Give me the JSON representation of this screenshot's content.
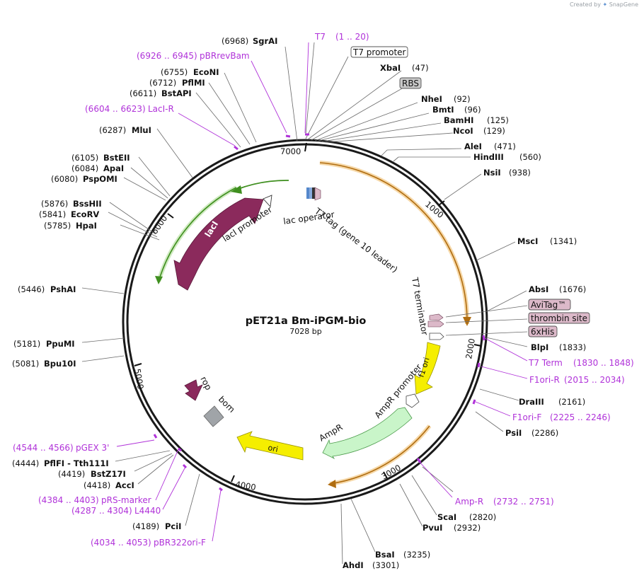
{
  "watermark": {
    "prefix": "Created by",
    "brand": "SnapGene",
    "colors": {
      "prefix": "#9aa0a6",
      "brand": "#5b8fd0"
    }
  },
  "plasmid": {
    "name": "pET21a Bm-iPGM-bio",
    "size_label": "7028 bp",
    "length": 7028
  },
  "ticks": [
    "1000",
    "2000",
    "3000",
    "4000",
    "5000",
    "6000",
    "7000"
  ],
  "enzymes": [
    {
      "name": "SgrAI",
      "pos": "(6968)"
    },
    {
      "name": "XbaI",
      "pos": "(47)"
    },
    {
      "name": "NheI",
      "pos": "(92)"
    },
    {
      "name": "BmtI",
      "pos": "(96)"
    },
    {
      "name": "BamHI",
      "pos": "(125)"
    },
    {
      "name": "NcoI",
      "pos": "(129)"
    },
    {
      "name": "AleI",
      "pos": "(471)"
    },
    {
      "name": "HindIII",
      "pos": "(560)"
    },
    {
      "name": "NsiI",
      "pos": "(938)"
    },
    {
      "name": "MscI",
      "pos": "(1341)"
    },
    {
      "name": "AbsI",
      "pos": "(1676)"
    },
    {
      "name": "BlpI",
      "pos": "(1833)"
    },
    {
      "name": "DraIII",
      "pos": "(2161)"
    },
    {
      "name": "PsiI",
      "pos": "(2286)"
    },
    {
      "name": "ScaI",
      "pos": "(2820)"
    },
    {
      "name": "PvuI",
      "pos": "(2932)"
    },
    {
      "name": "BsaI",
      "pos": "(3235)"
    },
    {
      "name": "AhdI",
      "pos": "(3301)"
    },
    {
      "name": "PciI",
      "pos": "(4189)"
    },
    {
      "name": "AccI",
      "pos": "(4418)"
    },
    {
      "name": "BstZ17I",
      "pos": "(4419)"
    },
    {
      "name": "PflFI - Tth111I",
      "pos": "(4444)"
    },
    {
      "name": "Bpu10I",
      "pos": "(5081)"
    },
    {
      "name": "PpuMI",
      "pos": "(5181)"
    },
    {
      "name": "PshAI",
      "pos": "(5446)"
    },
    {
      "name": "HpaI",
      "pos": "(5785)"
    },
    {
      "name": "EcoRV",
      "pos": "(5841)"
    },
    {
      "name": "BssHII",
      "pos": "(5876)"
    },
    {
      "name": "PspOMI",
      "pos": "(6080)"
    },
    {
      "name": "ApaI",
      "pos": "(6084)"
    },
    {
      "name": "BstEII",
      "pos": "(6105)"
    },
    {
      "name": "MluI",
      "pos": "(6287)"
    },
    {
      "name": "BstAPI",
      "pos": "(6611)"
    },
    {
      "name": "PflMI",
      "pos": "(6712)"
    },
    {
      "name": "EcoNI",
      "pos": "(6755)"
    }
  ],
  "primers": [
    {
      "name": "T7",
      "range": "(1 .. 20)"
    },
    {
      "name": "pBRrevBam",
      "range": "(6926 .. 6945)"
    },
    {
      "name": "LacI-R",
      "range": "(6604 .. 6623)"
    },
    {
      "name": "T7 Term",
      "range": "(1830 .. 1848)"
    },
    {
      "name": "F1ori-R",
      "range": "(2015 .. 2034)"
    },
    {
      "name": "F1ori-F",
      "range": "(2225 .. 2246)"
    },
    {
      "name": "Amp-R",
      "range": "(2732 .. 2751)"
    },
    {
      "name": "pGEX 3'",
      "range": "(4544 .. 4566)"
    },
    {
      "name": "pRS-marker",
      "range": "(4384 .. 4403)"
    },
    {
      "name": "L4440",
      "range": "(4287 .. 4304)"
    },
    {
      "name": "pBR322ori-F",
      "range": "(4034 .. 4053)"
    }
  ],
  "boxed_features": [
    "T7 promoter",
    "RBS",
    "AviTag™",
    "thrombin site",
    "6xHis"
  ],
  "features": [
    "lacI",
    "lacI promoter",
    "lac operator",
    "T7 tag (gene 10 leader)",
    "T7 terminator",
    "f1 ori",
    "AmpR promoter",
    "AmpR",
    "ori",
    "rop",
    "bom"
  ],
  "colors": {
    "backbone": "#1a1a1a",
    "lacI": "#8b2a5c",
    "orf_green": "#3f8f1f",
    "orf_orange": "#e8a23e",
    "f1ori": "#f5ee00",
    "ori": "#f5ee00",
    "ampR": "#c9f5c9",
    "rop": "#8b2a5c",
    "bom": "#a0a4a8",
    "boxed_feature_fill": "#dcb9c9",
    "primer": "#b032d9"
  }
}
